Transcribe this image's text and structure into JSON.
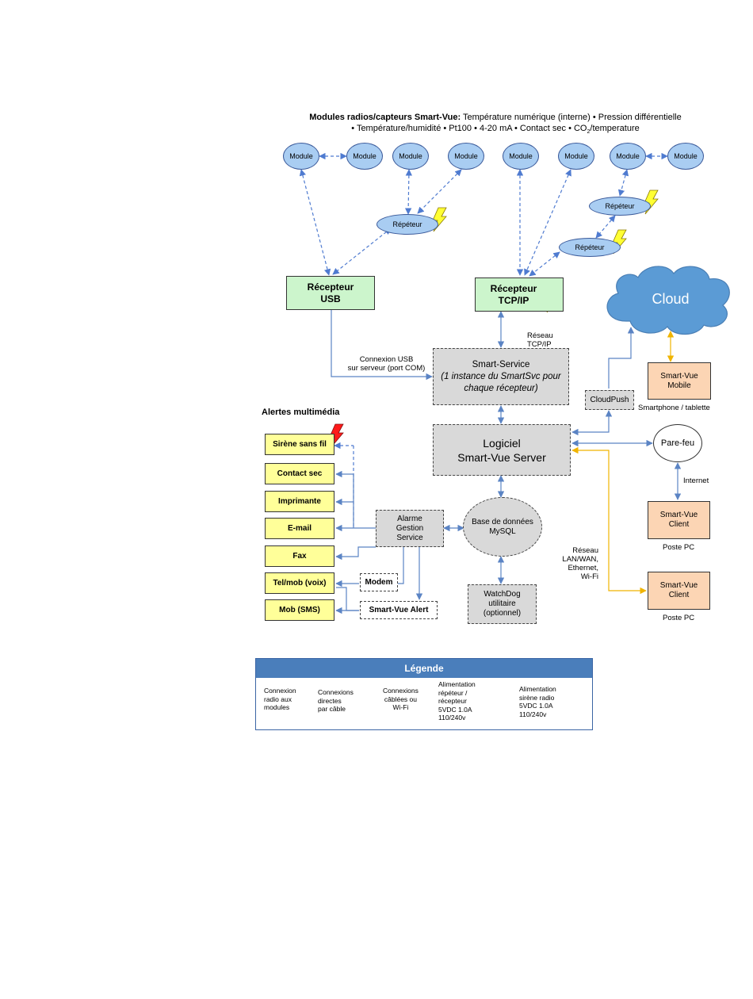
{
  "header": {
    "line1_bold": "Modules radios/capteurs Smart-Vue:",
    "line1_rest": " Température numérique (interne) • Pression différentielle",
    "line2_a": "• Température/humidité  • Pt100 •  4-20 mA •  Contact sec • CO",
    "line2_sub": "2",
    "line2_b": "/temperature"
  },
  "modules": [
    "Module",
    "Module",
    "Module",
    "Module",
    "Module",
    "Module",
    "Module",
    "Module"
  ],
  "repeaters": [
    "Répéteur",
    "Répéteur",
    "Répéteur"
  ],
  "receiver_usb": {
    "line1": "Récepteur",
    "line2": "USB"
  },
  "receiver_tcp": {
    "line1": "Récepteur",
    "line2": "TCP/IP"
  },
  "cloud": "Cloud",
  "network_tcp_label": {
    "line1": "Réseau",
    "line2": "TCP/IP"
  },
  "usb_connection_label": {
    "line1": "Connexion USB",
    "line2": "sur serveur (port COM)"
  },
  "smart_service": {
    "line1": "Smart-Service",
    "line2": "(1 instance du SmartSvc pour",
    "line3": "chaque récepteur)"
  },
  "cloudpush": "CloudPush",
  "mobile": {
    "line1": "Smart-Vue",
    "line2": "Mobile",
    "caption": "Smartphone / tablette"
  },
  "alerts_title": "Alertes multimédia",
  "alerts": [
    "Sirène sans fil",
    "Contact sec",
    "Imprimante",
    "E-mail",
    "Fax",
    "Tel/mob (voix)",
    "Mob (SMS)"
  ],
  "server": {
    "line1": "Logiciel",
    "line2": "Smart-Vue Server"
  },
  "firewall": "Pare-feu",
  "internet_label": "Internet",
  "alarm_service": {
    "line1": "Alarme",
    "line2": "Gestion",
    "line3": "Service"
  },
  "database": {
    "line1": "Base de données",
    "line2": "MySQL"
  },
  "modem": "Modem",
  "sv_alert": "Smart-Vue Alert",
  "watchdog": {
    "line1": "WatchDog",
    "line2": "utilitaire",
    "line3": "(optionnel)"
  },
  "client1": {
    "line1": "Smart-Vue",
    "line2": "Client",
    "caption": "Poste PC"
  },
  "client2": {
    "line1": "Smart-Vue",
    "line2": "Client",
    "caption": "Poste PC"
  },
  "lan_label": {
    "line1": "Réseau",
    "line2": "LAN/WAN,",
    "line3": "Ethernet,",
    "line4": "Wi-Fi"
  },
  "legend": {
    "title": "Légende",
    "radio": {
      "line1": "Connexion",
      "line2": "radio aux",
      "line3": "modules"
    },
    "cable": {
      "line1": "Connexions",
      "line2": "directes",
      "line3": "par câble"
    },
    "wifi": {
      "line1": "Connexions",
      "line2": "câblées ou",
      "line3": "Wi-Fi"
    },
    "power_rep": {
      "line1": "Alimentation",
      "line2": "répéteur /",
      "line3": "récepteur",
      "line4": "5VDC 1.0A",
      "line5": "110/240v"
    },
    "power_siren": {
      "line1": "Alimentation",
      "line2": "sirène radio",
      "line3": "5VDC 1.0A",
      "line4": "110/240v"
    }
  },
  "colors": {
    "radio_line": "#4f7bd0",
    "cable_line": "#5b84c4",
    "wifi_line": "#f0b400",
    "bolt_yellow": "#ffff33",
    "bolt_red": "#ff1a1a",
    "cloud_fill": "#5b9bd5",
    "legend_header": "#4a7ebb"
  }
}
